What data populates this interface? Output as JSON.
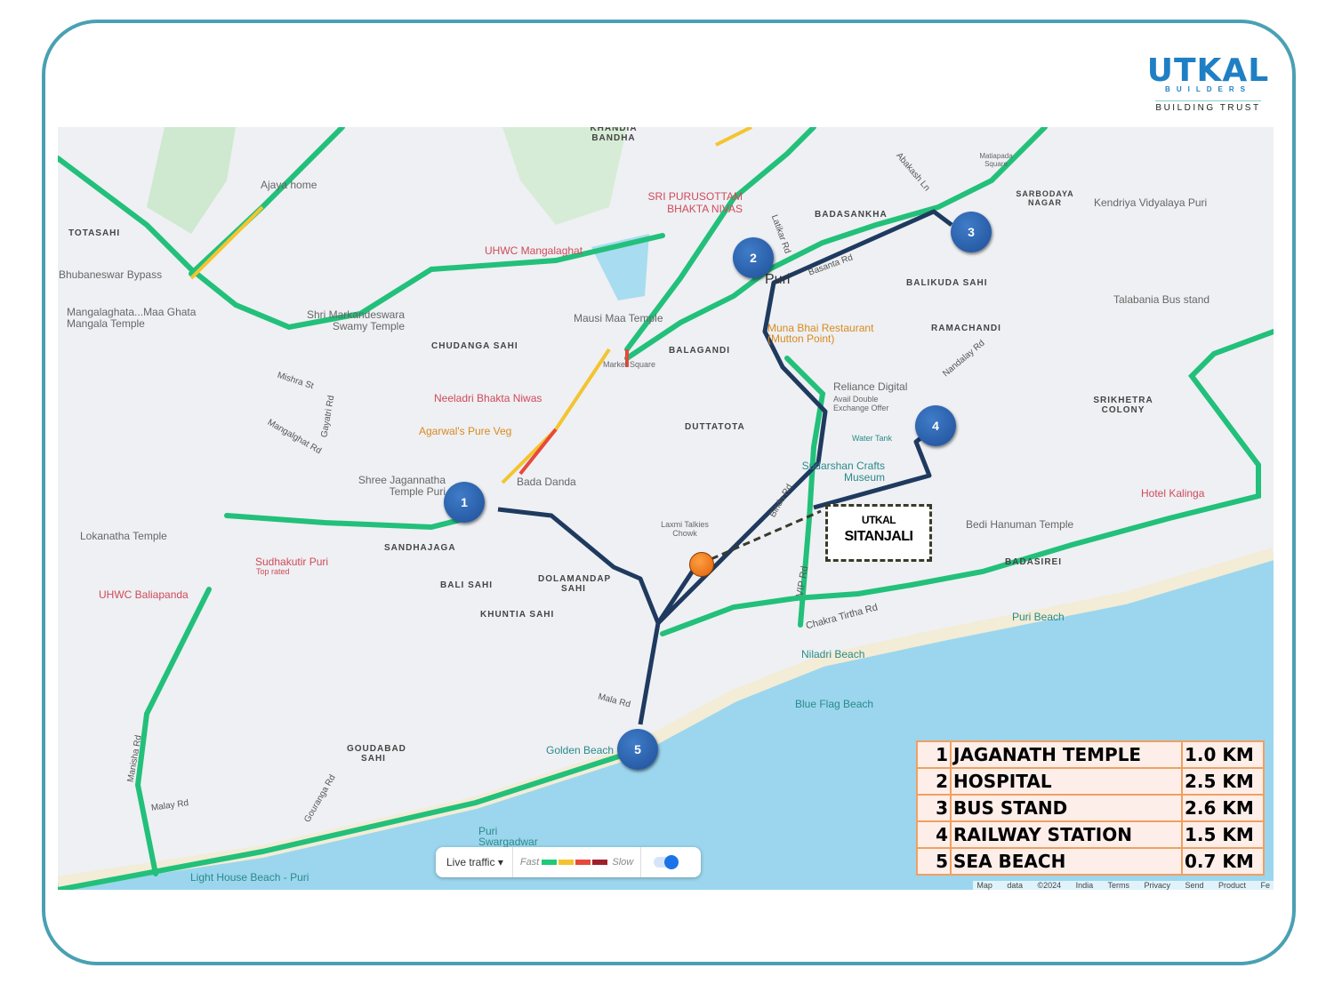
{
  "logo": {
    "name": "UTKAL",
    "sub": "BUILDERS",
    "tagline": "BUILDING TRUST"
  },
  "map": {
    "areas": [
      "TOTASAHI",
      "CHUDANGA SAHI",
      "BALAGANDI",
      "DUTTATOTA",
      "BADASANKHA",
      "BALIKUDA SAHI",
      "RAMACHANDI",
      "SRIKHETRA COLONY",
      "SANDHAJAGA",
      "BALI SAHI",
      "DOLAMANDAP SAHI",
      "KHUNTIA SAHI",
      "GOUDABAD SAHI",
      "BADASIREI",
      "KHANDIA BANDHA",
      "SARBODAYA NAGAR"
    ],
    "pois": [
      "Ajaya home",
      "Bhubaneswar Bypass",
      "Mangalaghata...Maa Ghata Mangala Temple",
      "Shri Markandeswara Swamy Temple",
      "UHWC Mangalaghat",
      "SRI PURUSOTTAM BHAKTA NIVAS",
      "Mausi Maa Temple",
      "Market Square",
      "Neeladri Bhakta Niwas",
      "Agarwal's Pure Veg",
      "Shree Jagannatha Temple Puri",
      "Bada Danda",
      "Lokanatha Temple",
      "Sudhakutir Puri",
      "Top rated",
      "UHWC Baliapanda",
      "Laxmi Talkies Chowk",
      "Muna Bhai Restaurant (Mutton Point)",
      "Reliance Digital",
      "Avail Double Exchange Offer",
      "Water Tank",
      "Sudarshan Crafts Museum",
      "Puri",
      "Kendriya Vidyalaya Puri",
      "Talabania Bus stand",
      "Hotel Kalinga",
      "Bedi Hanuman Temple",
      "Puri Beach",
      "Niladri Beach",
      "Blue Flag Beach",
      "Golden Beach",
      "Puri Swargadwar",
      "Light House Beach - Puri",
      "Matiapada Square"
    ],
    "roads": [
      "Mishra St",
      "Mangalghat Rd",
      "Gayatri Rd",
      "Bindu Rd",
      "VIP Rd",
      "Chakra Tirtha Rd",
      "Mala Rd",
      "Manisha Rd",
      "Malay Rd",
      "Gouranga Rd",
      "Nandalay Rd",
      "Abakash Ln",
      "Latikar Rd",
      "Basanta Rd"
    ],
    "markers": [
      "1",
      "2",
      "3",
      "4",
      "5"
    ],
    "site": {
      "line1": "UTKAL",
      "line2": "SITANJALI"
    },
    "legend": {
      "label": "Live traffic",
      "fast": "Fast",
      "slow": "Slow",
      "colors": [
        "#1ec97a",
        "#f4c430",
        "#e8483c",
        "#a0202a"
      ]
    },
    "attribution": "Map data ©2024 India Terms Privacy Send Product Fe"
  },
  "distances": [
    {
      "n": "1",
      "place": "JAGANATH TEMPLE",
      "dist": "1.0 KM"
    },
    {
      "n": "2",
      "place": "HOSPITAL",
      "dist": "2.5 KM"
    },
    {
      "n": "3",
      "place": "BUS STAND",
      "dist": "2.6 KM"
    },
    {
      "n": "4",
      "place": "RAILWAY STATION",
      "dist": "1.5 KM"
    },
    {
      "n": "5",
      "place": "SEA BEACH",
      "dist": "0.7 KM"
    }
  ]
}
